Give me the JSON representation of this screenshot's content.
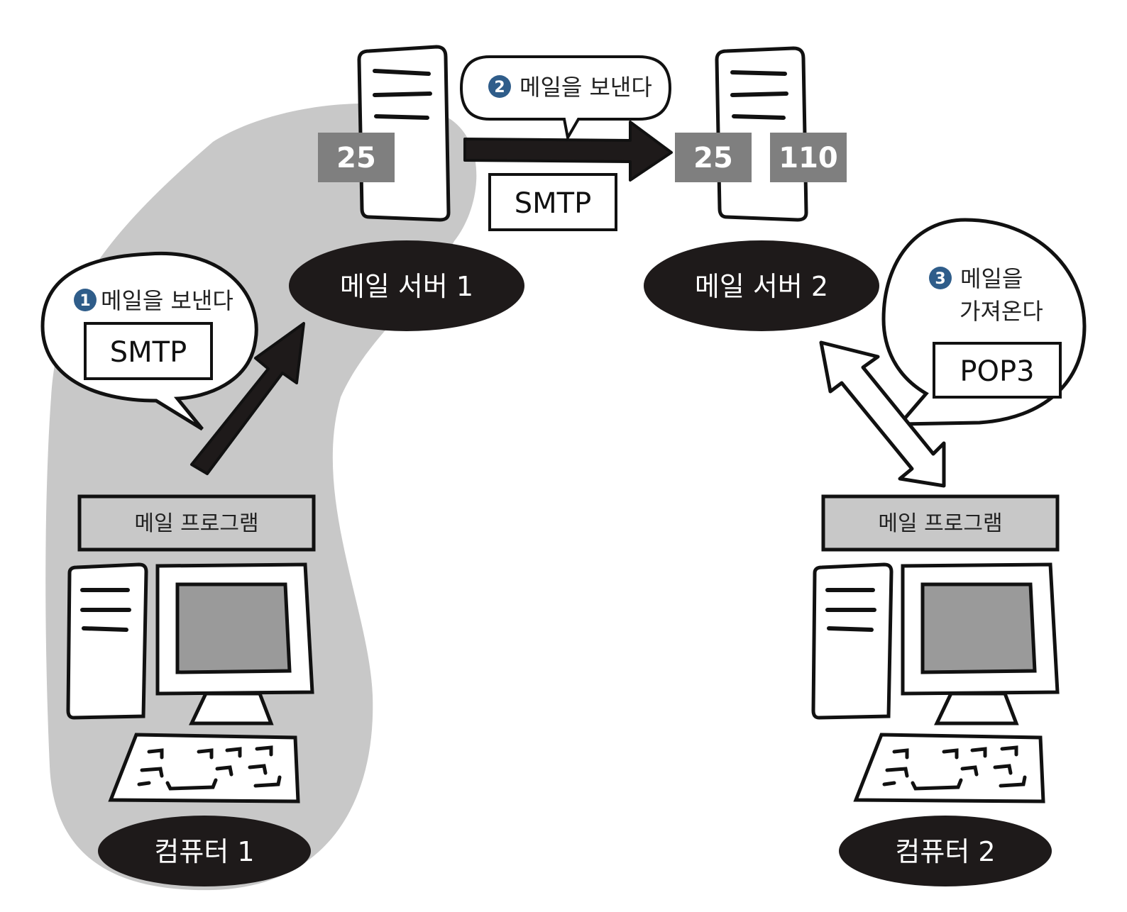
{
  "colors": {
    "highlight_region": "#c8c8c8",
    "node_fill": "#1e1a1a",
    "port_fill": "#7f7f7f",
    "step_badge": "#2f5d8a",
    "screen": "#9a9a9a",
    "program_bar": "#c8c8c8"
  },
  "icons": [
    "server-icon",
    "computer-icon",
    "monitor-icon",
    "keyboard-icon",
    "arrow-icon",
    "bidirectional-arrow-icon"
  ],
  "nodes": {
    "mail_server_1": "메일 서버 1",
    "mail_server_2": "메일 서버 2",
    "computer_1": "컴퓨터 1",
    "computer_2": "컴퓨터 2"
  },
  "ports": {
    "server1_smtp": "25",
    "server2_smtp": "25",
    "server2_pop3": "110"
  },
  "steps": [
    {
      "num": "1",
      "label": "메일을 보낸다",
      "protocol": "SMTP"
    },
    {
      "num": "2",
      "label": "메일을 보낸다",
      "protocol": "SMTP"
    },
    {
      "num": "3",
      "label_line1": "메일을",
      "label_line2": "가져온다",
      "protocol": "POP3"
    }
  ],
  "programs": {
    "computer_1": "메일 프로그램",
    "computer_2": "메일 프로그램"
  }
}
